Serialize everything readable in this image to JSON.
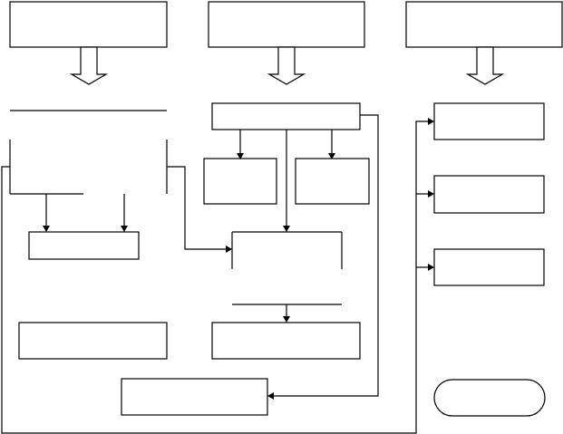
{
  "diagram": {
    "type": "flowchart",
    "stroke_color": "#000000",
    "background_color": "#ffffff",
    "nodes": [
      {
        "id": "top-box-left",
        "shape": "rectangle",
        "label": ""
      },
      {
        "id": "top-box-center",
        "shape": "rectangle",
        "label": ""
      },
      {
        "id": "top-box-right",
        "shape": "rectangle",
        "label": ""
      },
      {
        "id": "open-box-left",
        "shape": "open-bracket",
        "label": ""
      },
      {
        "id": "process-box-center",
        "shape": "rectangle",
        "label": ""
      },
      {
        "id": "right-box-1",
        "shape": "rectangle",
        "label": ""
      },
      {
        "id": "small-box-a",
        "shape": "rectangle",
        "label": ""
      },
      {
        "id": "small-box-b",
        "shape": "rectangle",
        "label": ""
      },
      {
        "id": "right-box-2",
        "shape": "rectangle",
        "label": ""
      },
      {
        "id": "left-result-box",
        "shape": "rectangle",
        "label": ""
      },
      {
        "id": "open-box-center",
        "shape": "open-bracket",
        "label": ""
      },
      {
        "id": "right-box-3",
        "shape": "rectangle",
        "label": ""
      },
      {
        "id": "bottom-box-left",
        "shape": "rectangle",
        "label": ""
      },
      {
        "id": "bottom-box-center",
        "shape": "rectangle",
        "label": ""
      },
      {
        "id": "bottom-box-merge",
        "shape": "rectangle",
        "label": ""
      },
      {
        "id": "terminator",
        "shape": "rounded-terminator",
        "label": ""
      }
    ],
    "edges": [
      {
        "from": "top-box-left",
        "to": "open-box-left",
        "style": "block-arrow"
      },
      {
        "from": "top-box-center",
        "to": "process-box-center",
        "style": "block-arrow"
      },
      {
        "from": "top-box-right",
        "to": "right-box-1",
        "style": "block-arrow"
      },
      {
        "from": "process-box-center",
        "to": "small-box-a",
        "style": "arrow"
      },
      {
        "from": "process-box-center",
        "to": "small-box-b",
        "style": "arrow"
      },
      {
        "from": "process-box-center",
        "to": "open-box-center",
        "style": "arrow"
      },
      {
        "from": "open-box-left",
        "to": "left-result-box",
        "style": "arrow"
      },
      {
        "from": "open-box-left",
        "to": "open-box-center",
        "style": "arrow"
      },
      {
        "from": "process-box-center",
        "to": "bottom-box-merge",
        "style": "arrow"
      },
      {
        "from": "open-box-center",
        "to": "bottom-box-center",
        "style": "arrow"
      },
      {
        "from": "open-box-left",
        "to": "right-box-1",
        "style": "arrow"
      },
      {
        "from": "open-box-left",
        "to": "right-box-2",
        "style": "arrow"
      },
      {
        "from": "open-box-left",
        "to": "right-box-3",
        "style": "arrow"
      }
    ]
  }
}
